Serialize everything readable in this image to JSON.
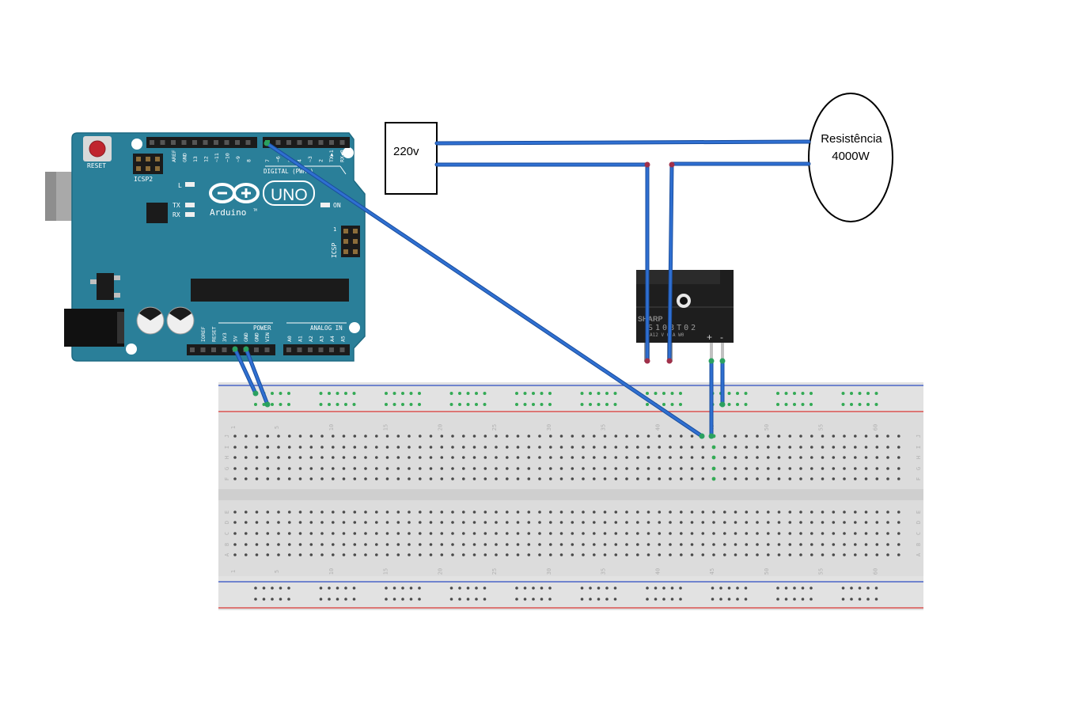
{
  "power_source": {
    "label": "220v"
  },
  "load": {
    "line1": "Resistência",
    "line2": "4000W"
  },
  "arduino": {
    "reset_label": "RESET",
    "icsp2_label": "ICSP2",
    "icsp_label": "ICSP",
    "uno_label": "UNO",
    "brand_label": "Arduino",
    "tm_label": "TM",
    "l_label": "L",
    "tx_label": "TX",
    "rx_label": "RX",
    "on_label": "ON",
    "digital_label": "DIGITAL (PWM~)",
    "one_label": "1",
    "power_label": "POWER",
    "analog_label": "ANALOG IN",
    "top_left_pins": [
      "AREF",
      "GND",
      "13",
      "12",
      "~11",
      "~10",
      "~9",
      "8"
    ],
    "top_right_pins": [
      "7",
      "~6",
      "~5",
      "4",
      "~3",
      "2",
      "TX▶1",
      "RX◀0"
    ],
    "power_pins": [
      "IOREF",
      "RESET",
      "3V3",
      "5V",
      "GND",
      "GND",
      "VIN"
    ],
    "analog_pins": [
      "A0",
      "A1",
      "A2",
      "A3",
      "A4",
      "A5"
    ]
  },
  "relay": {
    "brand": "SHARP",
    "model": "S108T02",
    "pins_text": "A12 V C A W0",
    "plus": "+",
    "minus": "-"
  },
  "breadboard": {
    "column_numbers": [
      "1",
      "5",
      "10",
      "15",
      "20",
      "25",
      "30",
      "35",
      "40",
      "45",
      "50",
      "55",
      "60"
    ],
    "rows_top": [
      "J",
      "I",
      "H",
      "G",
      "F"
    ],
    "rows_bottom": [
      "E",
      "D",
      "C",
      "B",
      "A"
    ]
  },
  "colors": {
    "board": "#2a7f99",
    "board_edge": "#1d6a82",
    "wire": "#2f6fd1",
    "wire_dark": "#1a4e9e",
    "breadboard": "#e6e6e6",
    "rail_red": "#d9534f",
    "rail_blue": "#4a64c8",
    "hole_green": "#33aa55",
    "relay": "#222222"
  }
}
